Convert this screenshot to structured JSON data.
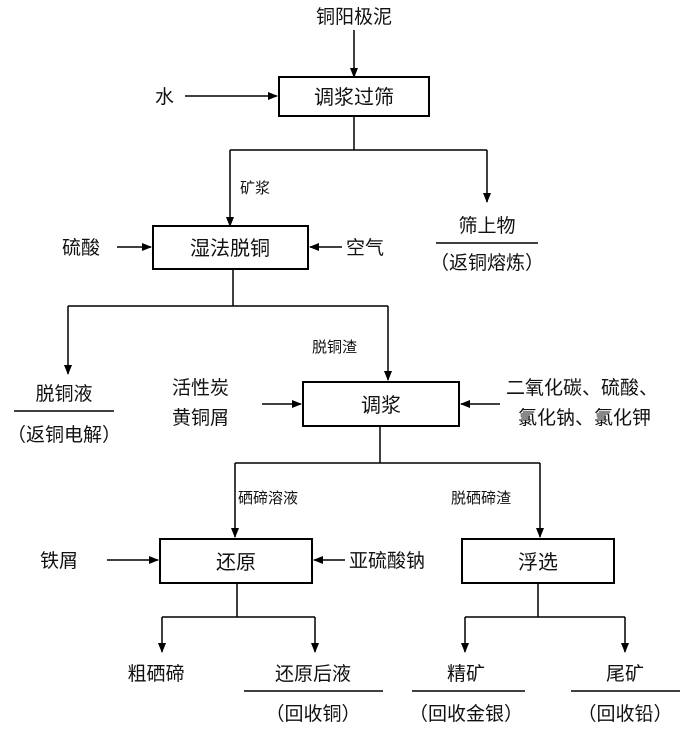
{
  "raw_material": "铜阳极泥",
  "water": "水",
  "step1": {
    "label": "调浆过筛"
  },
  "slurry": "矿浆",
  "oversize": {
    "title": "筛上物",
    "note": "（返铜熔炼）"
  },
  "sulfuric_acid": "硫酸",
  "step2": {
    "label": "湿法脱铜"
  },
  "air": "空气",
  "decopper_liquor": {
    "title": "脱铜液",
    "note": "（返铜电解）"
  },
  "decopper_residue": "脱铜渣",
  "carbon_and_brass": [
    "活性炭",
    "黄铜屑"
  ],
  "step3": {
    "label": "调浆"
  },
  "reagents": [
    "二氧化碳、硫酸、",
    "氯化钠、氯化钾"
  ],
  "se_te_solution": "硒碲溶液",
  "de_se_te_residue": "脱硒碲渣",
  "iron_scrap": "铁屑",
  "step4": {
    "label": "还原"
  },
  "sodium_sulfite": "亚硫酸钠",
  "step5": {
    "label": "浮选"
  },
  "crude_se_te": "粗硒碲",
  "reduced_liquor": {
    "title": "还原后液",
    "note": "（回收铜）"
  },
  "concentrate": {
    "title": "精矿",
    "note": "（回收金银）"
  },
  "tailings": {
    "title": "尾矿",
    "note": "（回收铅）"
  }
}
